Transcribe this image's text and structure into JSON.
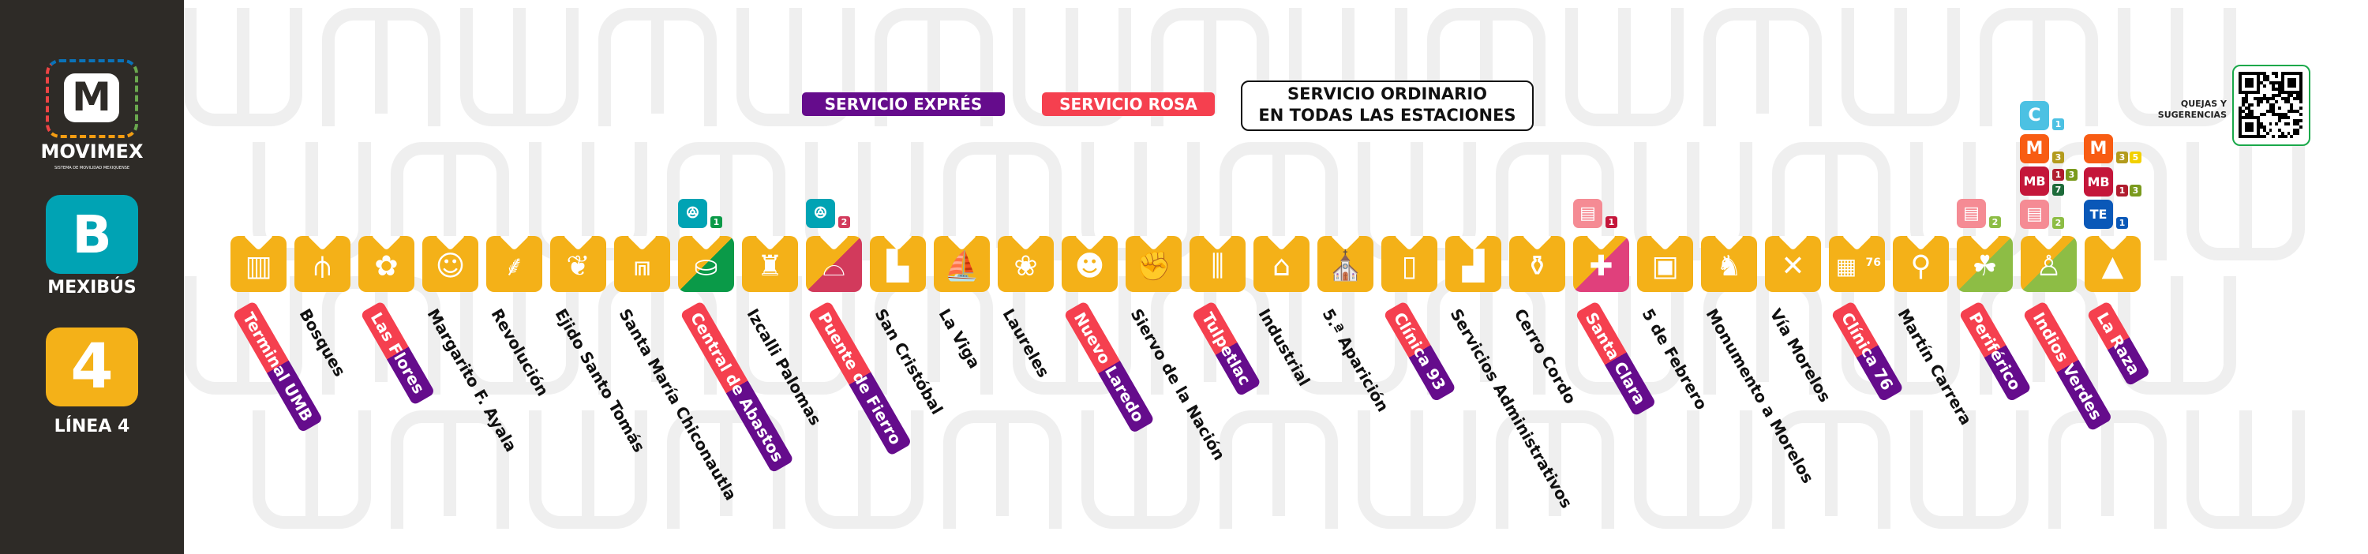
{
  "sidebar": {
    "movimex": {
      "name": "MOVIMEX",
      "subtitle": "SISTEMA DE MOVILIDAD MEXIQUENSE",
      "icon": "movimex-m-logo"
    },
    "mexibus": {
      "name": "MEXIBÚS",
      "icon": "mexibus-b-logo",
      "color": "#00a3b4"
    },
    "line": {
      "number": "4",
      "name": "LÍNEA 4",
      "color": "#f4b118"
    }
  },
  "legend": {
    "express": {
      "label": "SERVICIO EXPRÉS",
      "color": "#650c8c"
    },
    "pink": {
      "label": "SERVICIO ROSA",
      "color": "#f5404f"
    },
    "ordinary": {
      "line1": "SERVICIO ORDINARIO",
      "line2": "EN TODAS LAS ESTACIONES"
    }
  },
  "feedback": {
    "line1": "QUEJAS Y",
    "line2": "SUGERENCIAS",
    "icon": "qr-code"
  },
  "colors": {
    "line": "#f4b118",
    "express_top": "#f5404f",
    "express_bottom": "#650c8c"
  },
  "stations": [
    {
      "name": "Terminal UMB",
      "express": true,
      "icon": "building"
    },
    {
      "name": "Bosques",
      "express": false,
      "icon": "willow-tree"
    },
    {
      "name": "Las Flores",
      "express": true,
      "icon": "flower"
    },
    {
      "name": "Margarito F. Ayala",
      "express": false,
      "icon": "portrait"
    },
    {
      "name": "Revolución",
      "express": false,
      "icon": "corn-field"
    },
    {
      "name": "Ejido Santo Tomás",
      "express": false,
      "icon": "plant"
    },
    {
      "name": "Santa María Chiconautla",
      "express": false,
      "icon": "arch"
    },
    {
      "name": "Central de Abastos",
      "express": true,
      "icon": "basket",
      "accent": "#0a9a48",
      "transfers": [
        {
          "system": "mexibus",
          "lines": [
            "1"
          ]
        }
      ]
    },
    {
      "name": "Izcalli Palomas",
      "express": false,
      "icon": "tower"
    },
    {
      "name": "Puente de Fierro",
      "express": true,
      "icon": "bridge",
      "accent": "#d23a5c",
      "transfers": [
        {
          "system": "mexibus",
          "lines": [
            "2"
          ]
        }
      ]
    },
    {
      "name": "San Cristóbal",
      "express": false,
      "icon": "dam"
    },
    {
      "name": "La Viga",
      "express": false,
      "icon": "canoe"
    },
    {
      "name": "Laureles",
      "express": false,
      "icon": "laurel"
    },
    {
      "name": "Nuevo Laredo",
      "express": true,
      "icon": "bust"
    },
    {
      "name": "Siervo de la Nación",
      "express": false,
      "icon": "hand"
    },
    {
      "name": "Tulpetlac",
      "express": true,
      "icon": "reeds"
    },
    {
      "name": "Industrial",
      "express": false,
      "icon": "factory"
    },
    {
      "name": "5.ª Aparición",
      "express": false,
      "icon": "church"
    },
    {
      "name": "Clínica 93",
      "express": true,
      "icon": "iv-bag"
    },
    {
      "name": "Servicios Administrativos",
      "express": false,
      "icon": "monument"
    },
    {
      "name": "Cerro Cordo",
      "express": false,
      "icon": "pot"
    },
    {
      "name": "Santa Clara",
      "express": true,
      "icon": "chapel",
      "accent": "#e0407c",
      "transfers": [
        {
          "system": "mexicable",
          "lines": [
            "1"
          ]
        }
      ]
    },
    {
      "name": "5 de Febrero",
      "express": false,
      "icon": "constitution"
    },
    {
      "name": "Monumento a Morelos",
      "express": false,
      "icon": "morelos-head"
    },
    {
      "name": "Vía Morelos",
      "express": false,
      "icon": "railroad-crossing"
    },
    {
      "name": "Clínica 76",
      "express": true,
      "icon": "hospital-76",
      "badge_text": "76"
    },
    {
      "name": "Martín Carrera",
      "express": false,
      "icon": "angel-statue"
    },
    {
      "name": "Periférico",
      "express": true,
      "icon": "leaf",
      "accent": "#8dbd45",
      "transfers": [
        {
          "system": "mexicable",
          "lines": [
            "2"
          ]
        }
      ]
    },
    {
      "name": "Indios Verdes",
      "express": true,
      "icon": "statues",
      "accent": "#8dbd45",
      "transfers": [
        {
          "system": "cablebus",
          "lines": [
            "1"
          ]
        },
        {
          "system": "metro",
          "lines": [
            "3"
          ]
        },
        {
          "system": "metrobus",
          "lines": [
            "1",
            "3",
            "7"
          ]
        },
        {
          "system": "mexicable",
          "lines": [
            "2"
          ]
        }
      ]
    },
    {
      "name": "La Raza",
      "express": true,
      "icon": "pyramid",
      "transfers": [
        {
          "system": "metro",
          "lines": [
            "3",
            "5"
          ]
        },
        {
          "system": "metrobus",
          "lines": [
            "1",
            "3"
          ]
        },
        {
          "system": "trolebus",
          "lines": [
            "1"
          ]
        }
      ]
    }
  ],
  "transfer_systems": {
    "mexibus": {
      "glyph": "ꔮ",
      "color": "#00a3b4"
    },
    "mexicable": {
      "glyph": "▤",
      "color": "#f58b94"
    },
    "cablebus": {
      "glyph": "C",
      "color": "#4cc1e3"
    },
    "metro": {
      "glyph": "M",
      "color": "#f85c13"
    },
    "metrobus": {
      "glyph": "MB",
      "color": "#c4163a"
    },
    "trolebus": {
      "glyph": "TE",
      "color": "#0a58b8"
    }
  },
  "line_badge_colors": {
    "mexibus-1": "#0a9a48",
    "mexibus-2": "#d23a5c",
    "mexicable-1": "#c4163a",
    "mexicable-2": "#8dbd45",
    "cablebus-1": "#4cc1e3",
    "metro-3": "#b39b1d",
    "metro-5": "#f2d000",
    "metrobus-1": "#b01c2e",
    "metrobus-3": "#7a9a1d",
    "metrobus-7": "#1d6b3a",
    "trolebus-1": "#0a58b8"
  }
}
